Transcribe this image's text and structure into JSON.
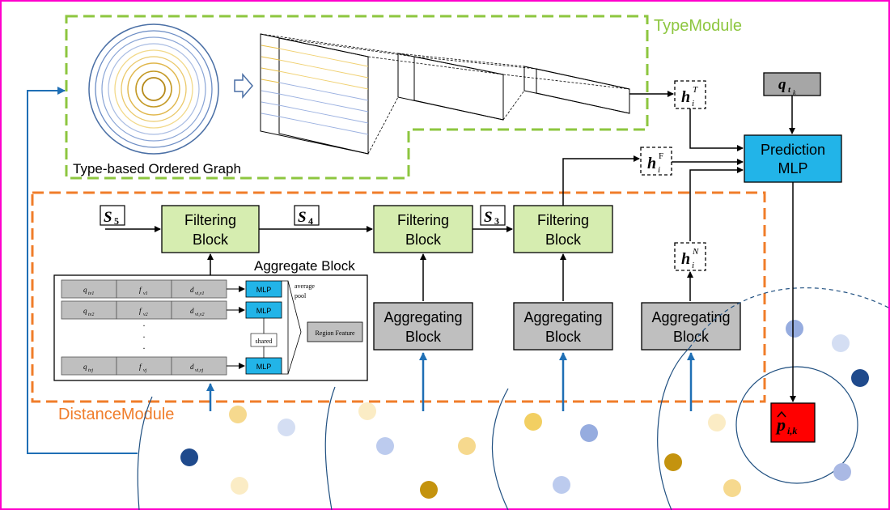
{
  "colors": {
    "frame": "#ff00cc",
    "type_module": "#8dc63f",
    "distance_module": "#f07d2a",
    "filter_fill": "#d6edb0",
    "agg_fill": "#bfbfbf",
    "mlp_fill": "#22b4e8",
    "output_fill": "#ff0000",
    "arrow_blue": "#1f6fb5",
    "query_fill": "#a6a6a6"
  },
  "labels": {
    "type_module": "TypeModule",
    "distance_module": "DistanceModule",
    "type_graph": "Type-based Ordered Graph",
    "aggregate_block_title": "Aggregate Block",
    "filtering_block_line1": "Filtering",
    "filtering_block_line2": "Block",
    "aggregating_block_line1": "Aggregating",
    "aggregating_block_line2": "Block",
    "prediction_line1": "Prediction",
    "prediction_line2": "MLP",
    "s5": "S",
    "s5_sub": "5",
    "s4": "S",
    "s4_sub": "4",
    "s3": "S",
    "s3_sub": "3",
    "h_type": "h",
    "h_type_sub": "i",
    "h_type_sup": "T",
    "h_f": "h",
    "h_f_sub": "i",
    "h_f_sup": "F",
    "h_n": "h",
    "h_n_sub": "i",
    "h_n_sup": "N",
    "query": "q",
    "query_sub": "t",
    "query_subsub": "k",
    "output": "p",
    "output_sub": "i,k"
  },
  "aggregate_block": {
    "rows": [
      {
        "q": "q",
        "q_sub": "tv1",
        "f": "f",
        "f_sub": "v1",
        "d": "d",
        "d_sub": "vi,v1"
      },
      {
        "q": "q",
        "q_sub": "tv2",
        "f": "f",
        "f_sub": "v2",
        "d": "d",
        "d_sub": "vi,v2"
      },
      {
        "q": "q",
        "q_sub": "tvj",
        "f": "f",
        "f_sub": "vj",
        "d": "d",
        "d_sub": "vi,vj"
      }
    ],
    "mlp_label": "MLP",
    "shared_label": "shared",
    "average_pool_label": "average pool",
    "average_label": "average",
    "pool_label": "pool",
    "region_feature_label": "Region Feature",
    "ellipsis": "·"
  }
}
